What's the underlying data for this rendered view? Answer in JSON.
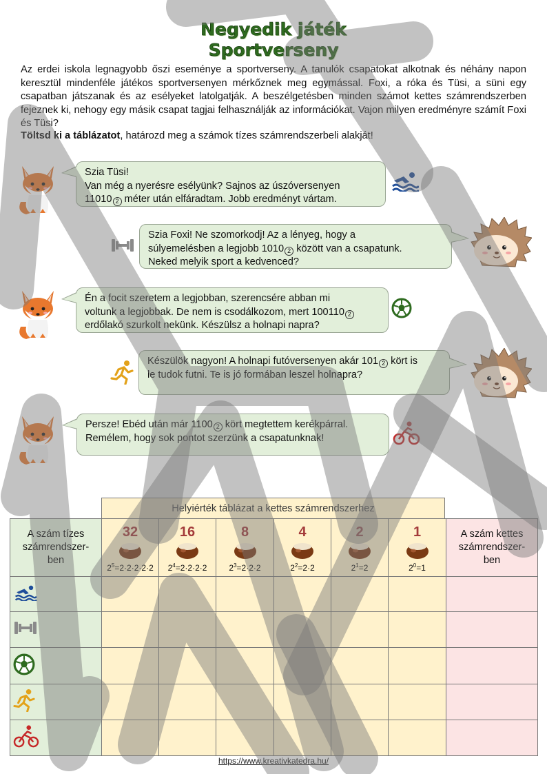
{
  "title": {
    "line1": "Negyedik játék",
    "line2": "Sportverseny"
  },
  "intro": "Az erdei iskola legnagyobb őszi eseménye a sportverseny. A tanulók csapatokat alkotnak és néhány napon keresztül mindenféle játékos sportversenyen mérkőznek meg egymással. Foxi, a róka és Tüsi, a süni egy csapatban játszanak és az esélyeket latolgatják. A beszélgetésben minden számot kettes számrendszerben fejeznek ki, nehogy egy másik csapat tagjai felhasználják az információkat. Vajon milyen eredményre számít Foxi és Tüsi?",
  "instruction": {
    "bold": "Töltsd ki a táblázatot",
    "rest": ", határozd meg a számok tízes számrendszerbeli alakját!"
  },
  "dialog": {
    "b1": {
      "l1": "Szia Tüsi!",
      "l2": "Van még a nyerésre esélyünk? Sajnos az úszóversenyen",
      "l3a": "11010",
      "l3b": " méter után elfáradtam. Jobb eredményt vártam."
    },
    "b2": {
      "l1": "Szia Foxi! Ne szomorkodj! Az a lényeg, hogy a",
      "l2a": "súlyemelésben a legjobb 1010",
      "l2b": " között van a csapatunk.",
      "l3": "Neked melyik sport a kedvenced?"
    },
    "b3": {
      "l1": "Én a focit szeretem a legjobban, szerencsére abban mi",
      "l2a": "voltunk a legjobbak. De nem is csodálkozom, mert 100110",
      "l3": "erdőlakó szurkolt nekünk. Készülsz a holnapi napra?"
    },
    "b4": {
      "l1a": "Készülök nagyon! A holnapi futóversenyen akár 101",
      "l1b": " kört is",
      "l2": "le tudok futni. Te is jó formában leszel holnapra?"
    },
    "b5": {
      "l1a": "Persze! Ebéd után már 1100",
      "l1b": " kört megtettem kerékpárral.",
      "l2": "Remélem, hogy sok pontot szerzünk a csapatunknak!"
    },
    "base_mark": "2"
  },
  "table": {
    "caption": "Helyiérték táblázat a kettes számrendszerhez",
    "decimal_header": [
      "A szám tízes",
      "számrendszer-",
      "ben"
    ],
    "binary_header": [
      "A szám kettes",
      "számrendszer-",
      "ben"
    ],
    "place_values": [
      {
        "value": "32",
        "base": "2",
        "exp": "5",
        "expansion": "=2·2·2·2·2"
      },
      {
        "value": "16",
        "base": "2",
        "exp": "4",
        "expansion": "=2·2·2·2"
      },
      {
        "value": "8",
        "base": "2",
        "exp": "3",
        "expansion": "=2·2·2"
      },
      {
        "value": "4",
        "base": "2",
        "exp": "2",
        "expansion": "=2·2"
      },
      {
        "value": "2",
        "base": "2",
        "exp": "1",
        "expansion": "=2"
      },
      {
        "value": "1",
        "base": "2",
        "exp": "0",
        "expansion": "=1"
      }
    ],
    "rows": [
      "swimming-icon",
      "weightlifting-icon",
      "football-icon",
      "running-icon",
      "cycling-icon"
    ]
  },
  "footer_url": "https://www.kreativkatedra.hu/",
  "watermark_text": "MINTA",
  "colors": {
    "bubble": "#e2efda",
    "pv_column": "#fff2cc",
    "binary_column": "#fce4e4",
    "title": "#2e6b1f",
    "place_value_number": "#a33a3a",
    "sport_icon": "#1f4e9a"
  }
}
